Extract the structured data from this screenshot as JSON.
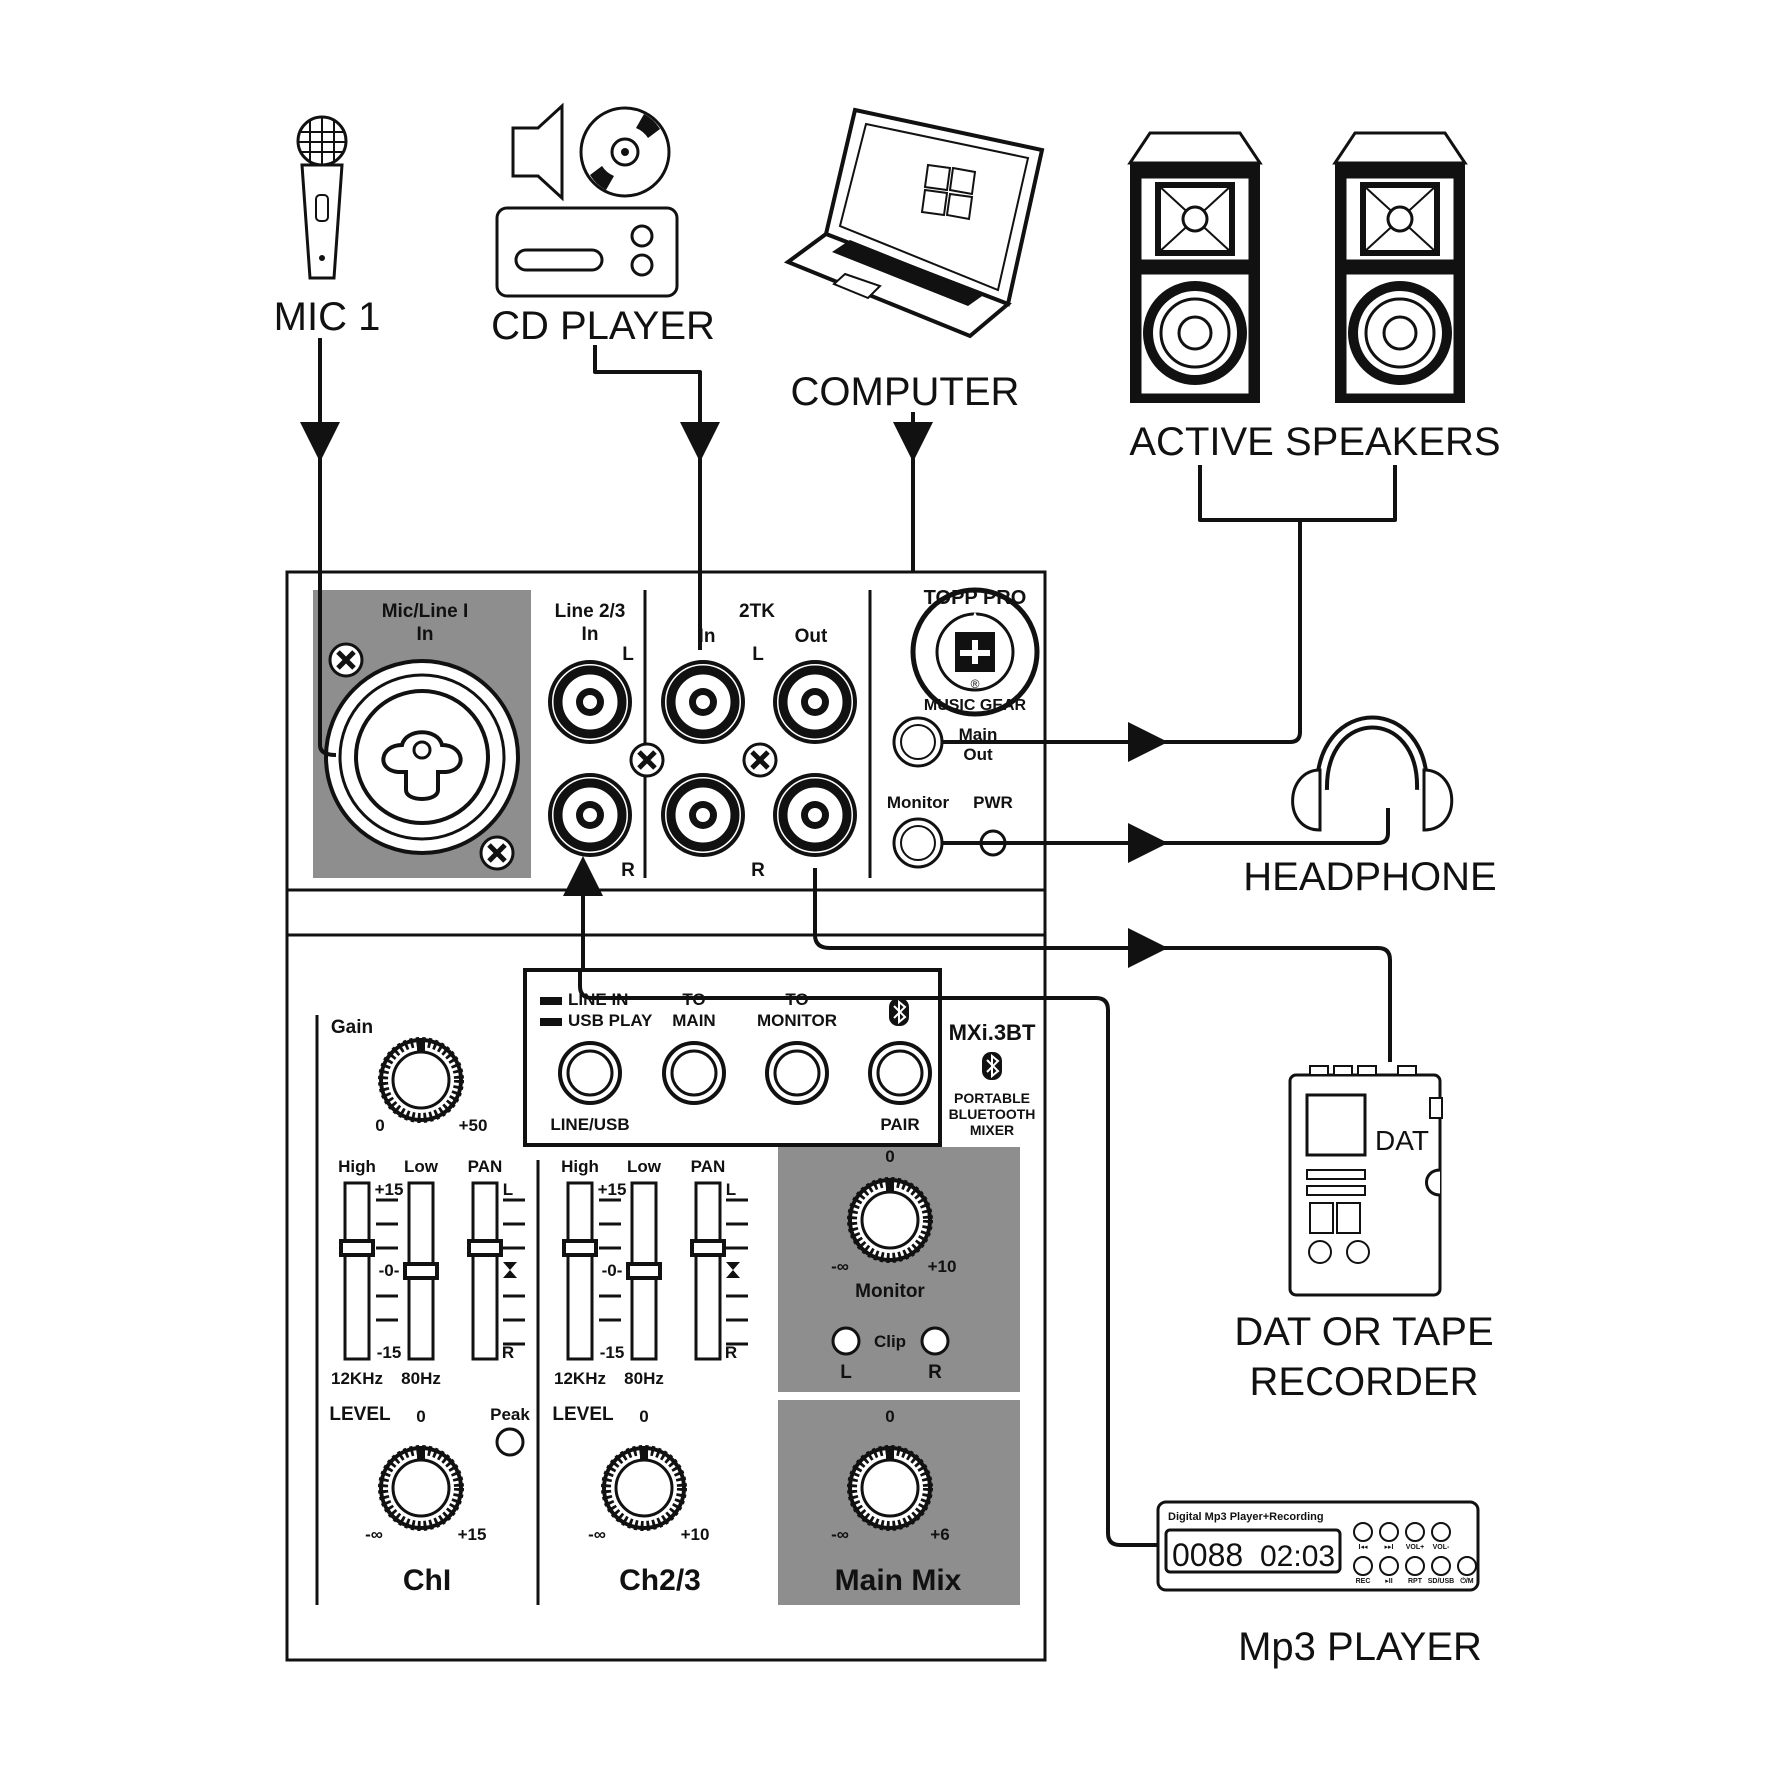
{
  "devices": {
    "mic": "MIC 1",
    "cd_player": "CD PLAYER",
    "computer": "COMPUTER",
    "speakers": "ACTIVE SPEAKERS",
    "headphone": "HEADPHONE",
    "recorder_line1": "DAT OR TAPE",
    "recorder_line2": "RECORDER",
    "mp3_player": "Mp3 PLAYER"
  },
  "mixer": {
    "model": "MXi.3BT",
    "tagline": [
      "PORTABLE",
      "BLUETOOTH",
      "MIXER"
    ],
    "brand": {
      "top": "TOPP PRO",
      "bottom": "MUSIC GEAR",
      "reg": "®"
    },
    "top_panel": {
      "mic_line_label": [
        "Mic/Line I",
        "In"
      ],
      "line23_label": [
        "Line 2/3",
        "In"
      ],
      "twotk_label": "2TK",
      "twotk_in": "In",
      "twotk_out": "Out",
      "L": "L",
      "R": "R",
      "main_out": [
        "Main",
        "Out"
      ],
      "monitor": "Monitor",
      "pwr": "PWR"
    },
    "bt_module": {
      "switch_line_in": "LINE IN",
      "switch_usb_play": "USB PLAY",
      "to_main": [
        "TO",
        "MAIN"
      ],
      "to_monitor": [
        "TO",
        "MONITOR"
      ],
      "line_usb": "LINE/USB",
      "pair": "PAIR"
    },
    "ch1": {
      "gain": "Gain",
      "gain_min": "0",
      "gain_max": "+50",
      "high": "High",
      "low": "Low",
      "pan": "PAN",
      "plus15": "+15",
      "zero": "-0-",
      "minus15": "-15",
      "pan_l": "L",
      "pan_r": "R",
      "hz_high": "12KHz",
      "hz_low": "80Hz",
      "level": "LEVEL",
      "level_zero": "0",
      "peak": "Peak",
      "level_min": "-∞",
      "level_max": "+15",
      "name": "ChI"
    },
    "ch23": {
      "high": "High",
      "low": "Low",
      "pan": "PAN",
      "plus15": "+15",
      "zero": "-0-",
      "minus15": "-15",
      "pan_l": "L",
      "pan_r": "R",
      "hz_high": "12KHz",
      "hz_low": "80Hz",
      "level": "LEVEL",
      "level_zero": "0",
      "level_min": "-∞",
      "level_max": "+10",
      "name": "Ch2/3"
    },
    "monitor_section": {
      "zero": "0",
      "min": "-∞",
      "max": "+10",
      "label": "Monitor",
      "clip": "Clip",
      "L": "L",
      "R": "R"
    },
    "main_mix": {
      "zero": "0",
      "min": "-∞",
      "max": "+6",
      "label": "Main Mix"
    }
  },
  "dat_screen": "DAT",
  "mp3_device": {
    "title": "Digital Mp3 Player+Recording",
    "display_left": "0088",
    "display_right": "02:03",
    "buttons_top": [
      "I◂◂",
      "▸▸I",
      "VOL+",
      "VOL-"
    ],
    "buttons_bottom": [
      "REC",
      "▸II",
      "RPT",
      "SD/USB",
      "⏻/M"
    ]
  },
  "colors": {
    "panel_gray": "#8e8e8e",
    "ink": "#111111"
  }
}
